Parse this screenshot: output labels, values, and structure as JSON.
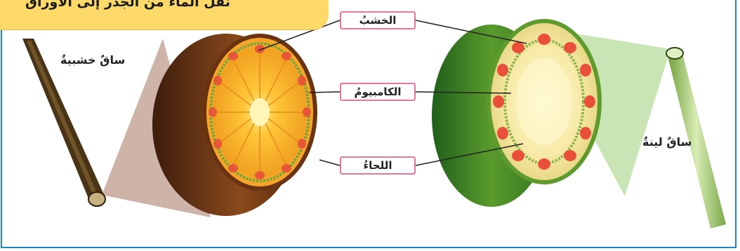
{
  "banner": {
    "text": "نقل الماء من الجذر إلى الأوراق"
  },
  "stems": {
    "woody_label": "ساقٌ خشبيةٌ",
    "soft_label": "ساقٌ لينةٌ"
  },
  "tissues": {
    "xylem": "الخشبُ",
    "cambium": "الكامبيومُ",
    "phloem": "اللحاءُ"
  },
  "colors": {
    "frame": "#1e86c6",
    "banner": "#fdd96a",
    "tag_border": "#e3779e"
  }
}
